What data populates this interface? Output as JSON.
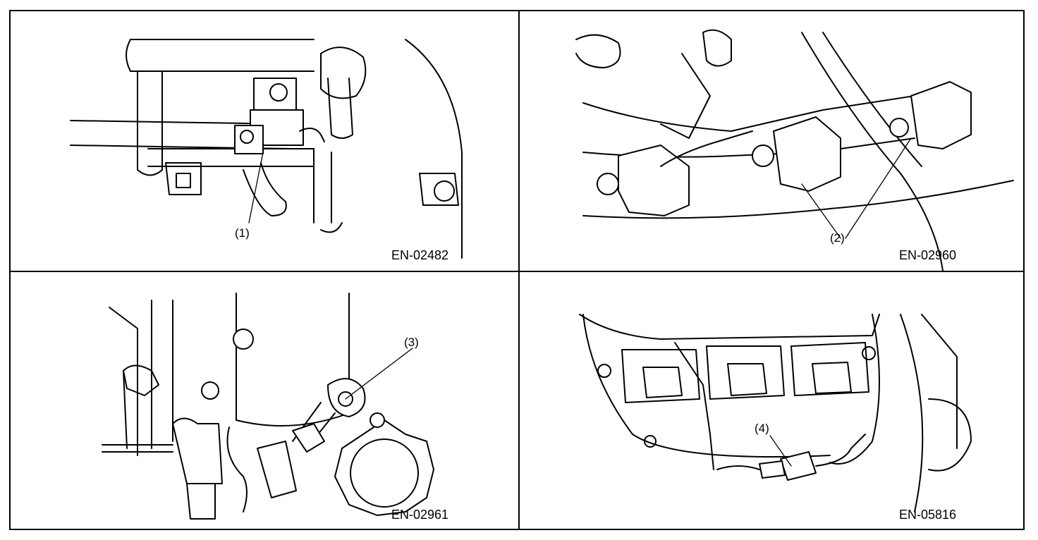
{
  "figure": {
    "panels": [
      {
        "id_label": "EN-02482",
        "callouts": [
          "(1)"
        ]
      },
      {
        "id_label": "EN-02960",
        "callouts": [
          "(2)"
        ]
      },
      {
        "id_label": "EN-02961",
        "callouts": [
          "(3)"
        ]
      },
      {
        "id_label": "EN-05816",
        "callouts": [
          "(4)"
        ]
      }
    ]
  }
}
